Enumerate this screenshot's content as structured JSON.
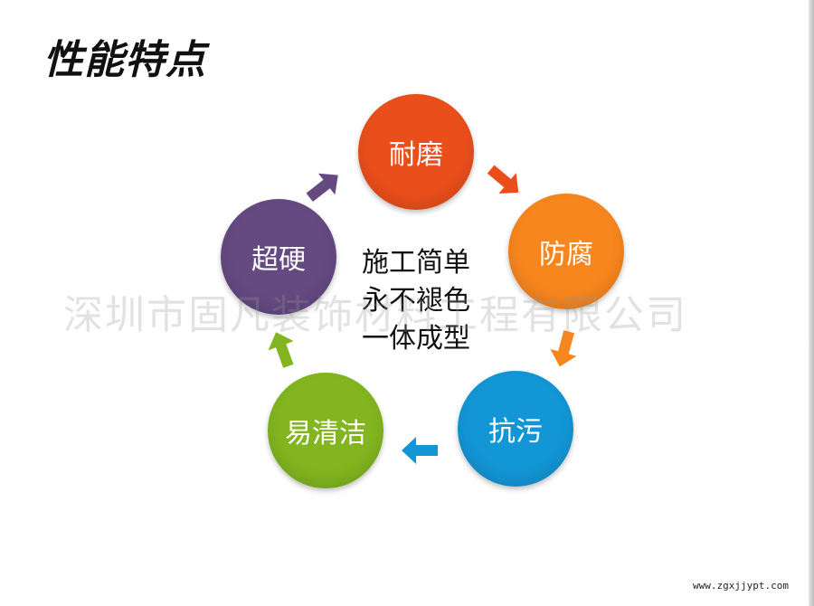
{
  "title": "性能特点",
  "cycle": [
    {
      "label": "耐磨",
      "color": "#ea4f1b"
    },
    {
      "label": "防腐",
      "color": "#f7861e"
    },
    {
      "label": "抗污",
      "color": "#1396d6"
    },
    {
      "label": "易清洁",
      "color": "#82b51f"
    },
    {
      "label": "超硬",
      "color": "#654a82"
    }
  ],
  "center": [
    "施工简单",
    "永不褪色",
    "一体成型"
  ],
  "watermark": "深圳市固凡装饰材料工程有限公司",
  "footer": {
    "site": "www.zgxjjypt.com"
  }
}
